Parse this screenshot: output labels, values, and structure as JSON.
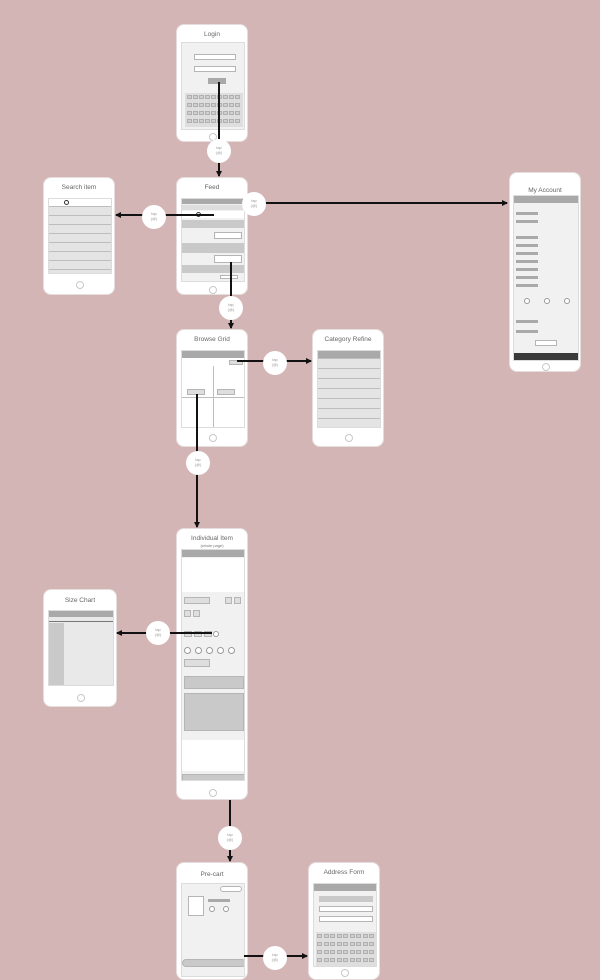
{
  "screens": {
    "login": "Login",
    "feed": "Feed",
    "search_item": "Search item",
    "my_account": "My Account",
    "browse_grid": "Browse Grid",
    "category_refine": "Category Refine",
    "individual_item": "Individual Item",
    "individual_item_sub": "(whole page)",
    "size_chart": "Size Chart",
    "pre_cart": "Pre-cart",
    "address_form": "Address Form"
  },
  "connector": {
    "action_label": "tap",
    "gesture_glyph": "(@)"
  },
  "colors": {
    "background": "#d4b5b5",
    "phone": "#ffffff",
    "arrow": "#111111"
  }
}
